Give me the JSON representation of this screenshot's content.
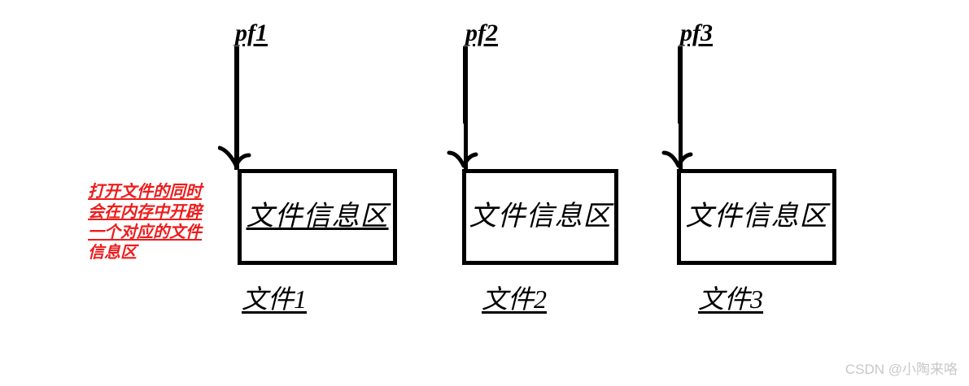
{
  "diagram": {
    "title_text_color": "#000000",
    "annotation_color": "#ee1c1c",
    "watermark_color": "#c8c8c8",
    "pointers": [
      {
        "label": "pf1"
      },
      {
        "label": "pf2"
      },
      {
        "label": "pf3"
      }
    ],
    "boxes": [
      {
        "text": "文件信息区",
        "caption": "文件1"
      },
      {
        "text": "文件信息区",
        "caption": "文件2"
      },
      {
        "text": "文件信息区",
        "caption": "文件3"
      }
    ],
    "annotation": {
      "lines": [
        "打开文件的同时",
        "会在内存中开辟",
        "一个对应的文件",
        "信息区"
      ]
    },
    "watermark": "CSDN @小陶来咯"
  }
}
